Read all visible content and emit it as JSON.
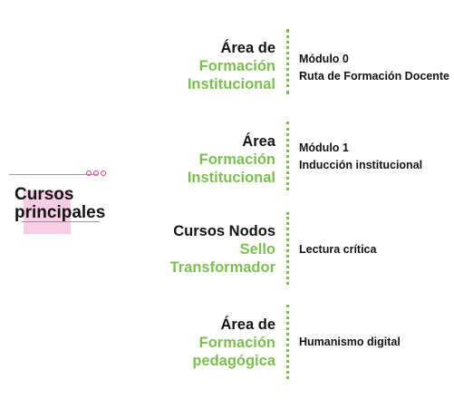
{
  "main_title": {
    "line1": "Cursos",
    "line2": "principales"
  },
  "rows": [
    {
      "left_black": "Área de",
      "left_green_1": "Formación",
      "left_green_2": "Institucional",
      "right_1": "Módulo 0",
      "right_2": "Ruta de Formación Docente"
    },
    {
      "left_black": "Área",
      "left_green_1": "Formación",
      "left_green_2": "Institucional",
      "right_1": "Módulo 1",
      "right_2": "Inducción institucional"
    },
    {
      "left_black": "Cursos Nodos",
      "left_green_1": "Sello",
      "left_green_2": "Transformador",
      "right_1": "Lectura crítica",
      "right_2": ""
    },
    {
      "left_black": "Área de",
      "left_green_1": "Formación",
      "left_green_2": "pedagógica",
      "right_1": "Humanismo digital",
      "right_2": ""
    }
  ],
  "colors": {
    "accent_green": "#7dbe52",
    "accent_pink": "#e83e8c",
    "pink_block": "#f6c9e0"
  }
}
